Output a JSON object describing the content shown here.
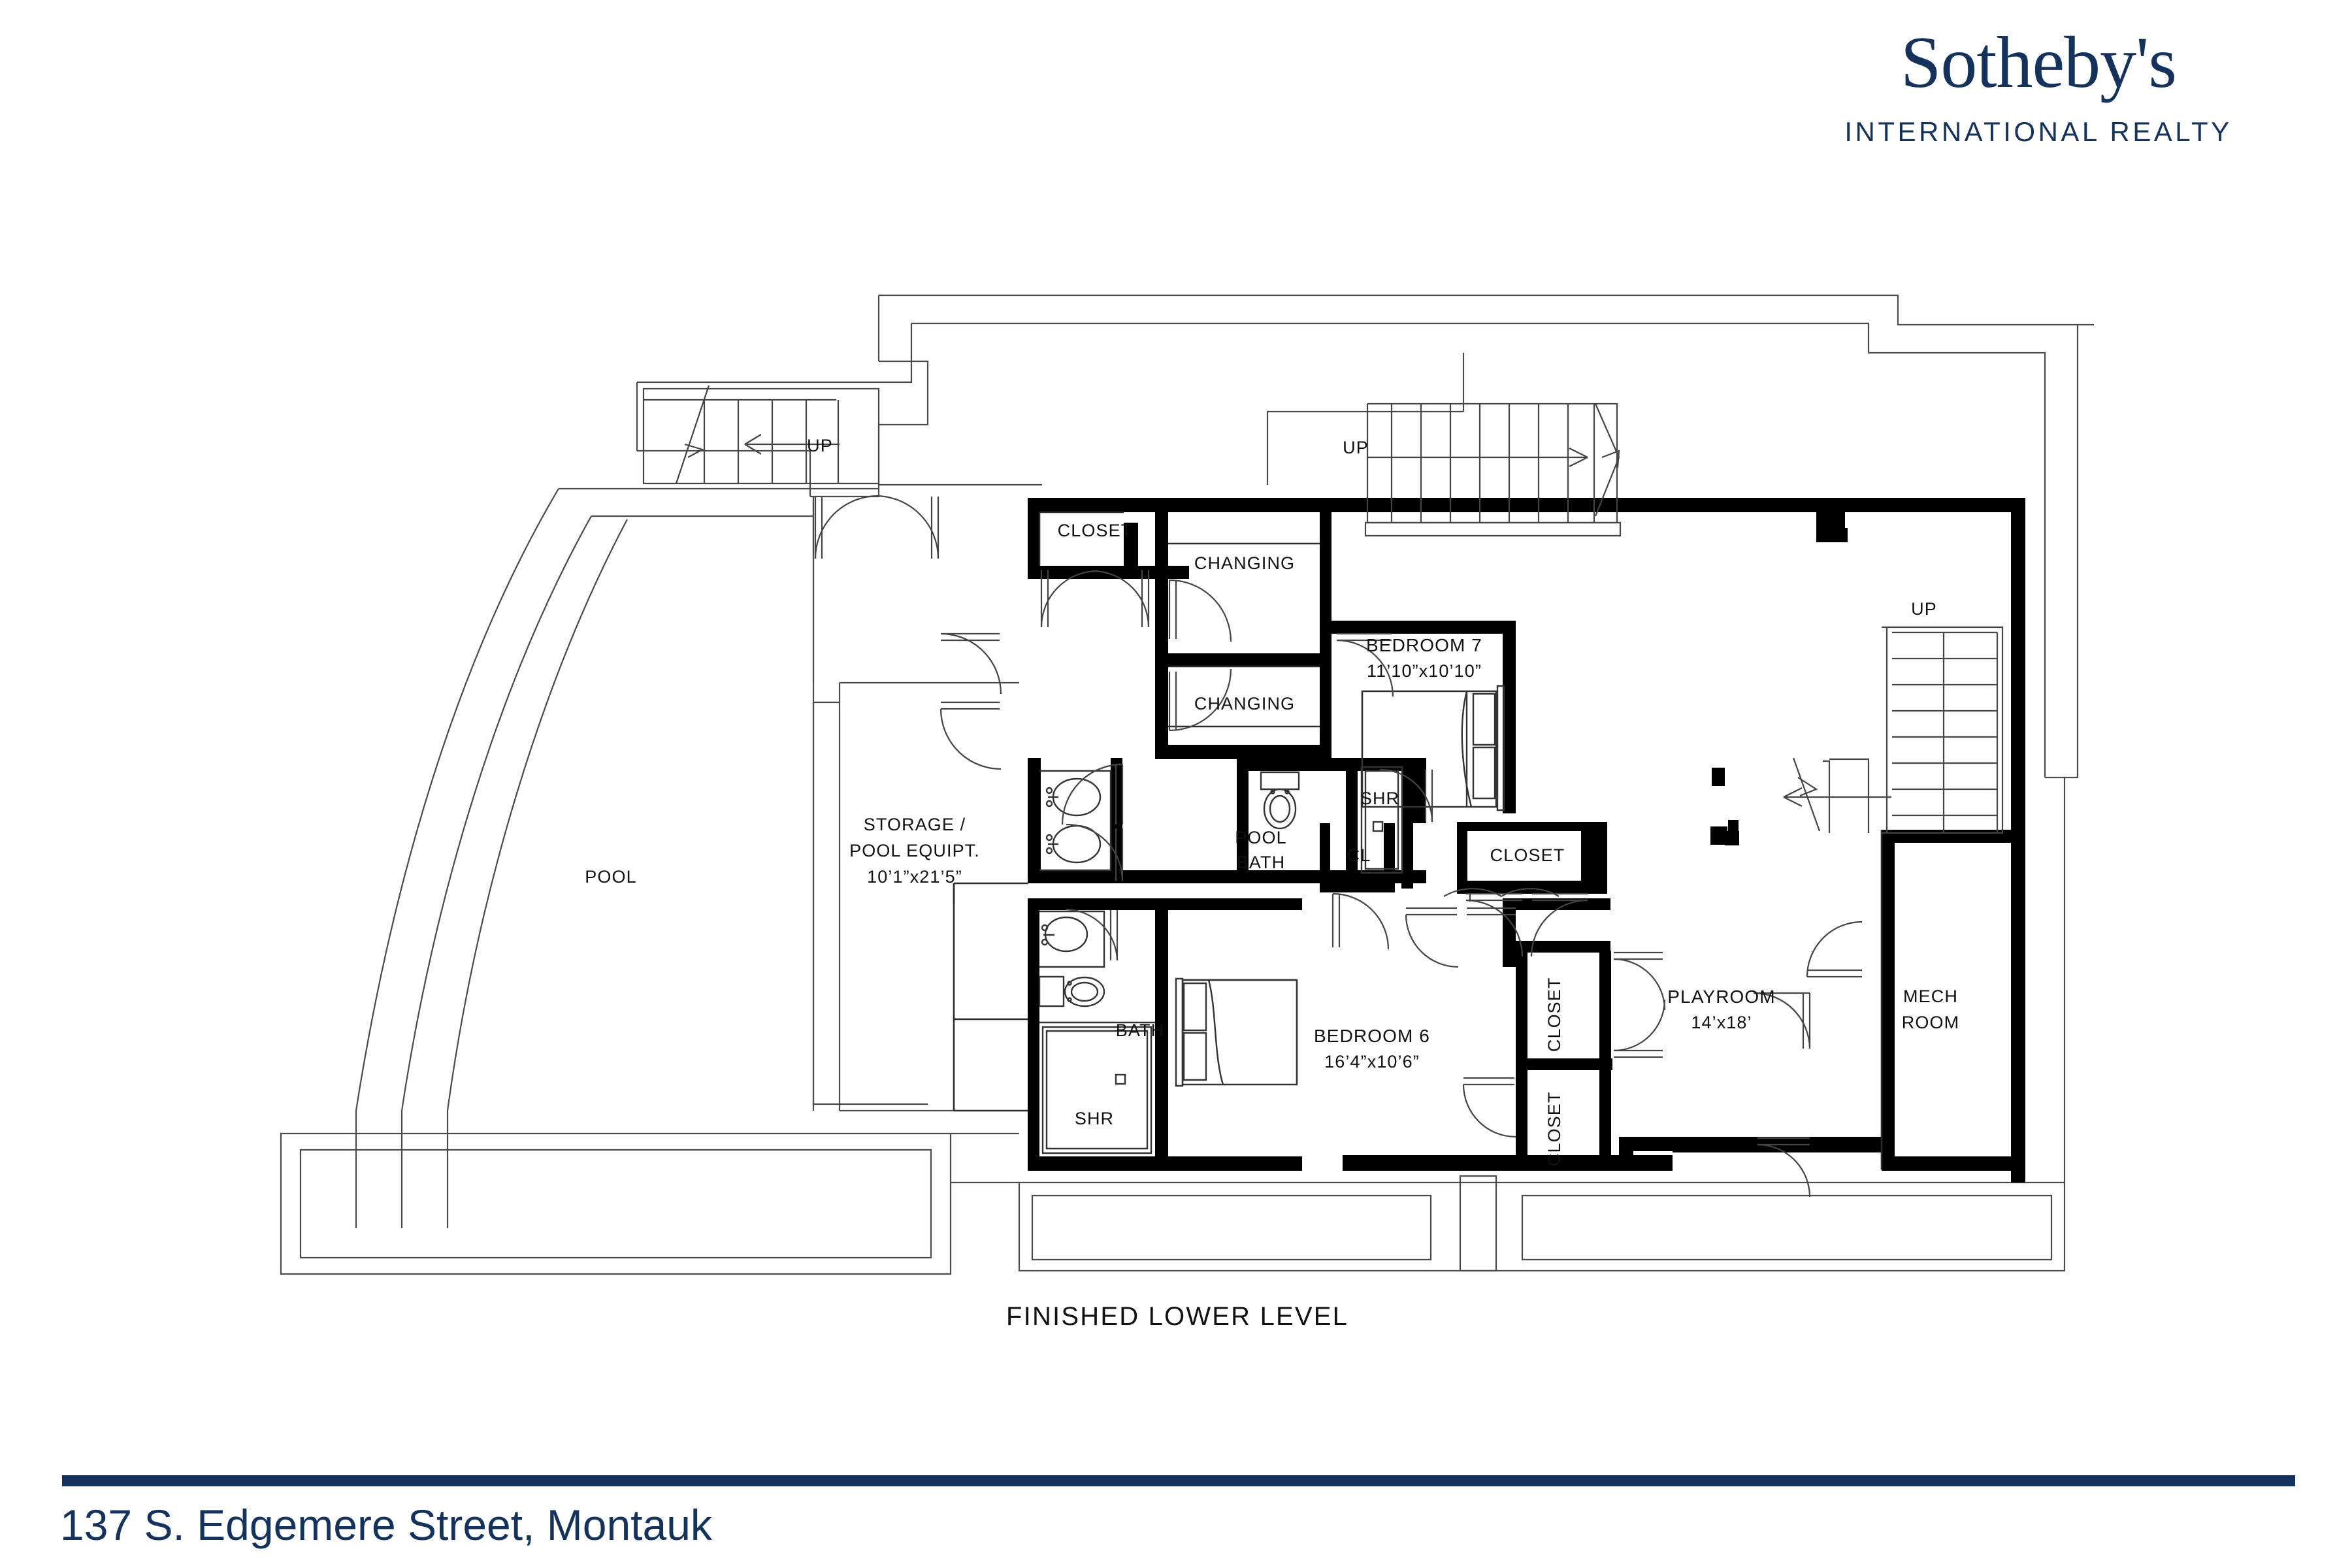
{
  "brand": {
    "name": "Sotheby's",
    "sub": "INTERNATIONAL REALTY",
    "color": "#14325c"
  },
  "footer": {
    "address": "137 S. Edgemere Street, Montauk",
    "rule_color": "#14325c"
  },
  "plan": {
    "title": "FINISHED LOWER LEVEL",
    "labels": {
      "pool": "POOL",
      "storage_line1": "STORAGE /",
      "storage_line2": "POOL EQUIPT.",
      "storage_dims": "10’1”x21’5”",
      "closet_top": "CLOSET",
      "changing_upper": "CHANGING",
      "changing_lower": "CHANGING",
      "pool_bath_line1": "POOL",
      "pool_bath_line2": "BATH",
      "pool_bath_shr": "SHR",
      "bath": "BATH",
      "bath_shr": "SHR",
      "bedroom7_name": "BEDROOM 7",
      "bedroom7_dims": "11’10”x10’10”",
      "bedroom6_name": "BEDROOM 6",
      "bedroom6_dims": "16’4”x10’6”",
      "playroom_name": "PLAYROOM",
      "playroom_dims": "14’x18’",
      "mech_line1": "MECH",
      "mech_line2": "ROOM",
      "cl": "CL",
      "closet_b7": "CLOSET",
      "closet_b6_upper": "CLOSET",
      "closet_b6_lower": "CLOSET",
      "up_left": "UP",
      "up_top": "UP",
      "up_right": "UP"
    }
  }
}
